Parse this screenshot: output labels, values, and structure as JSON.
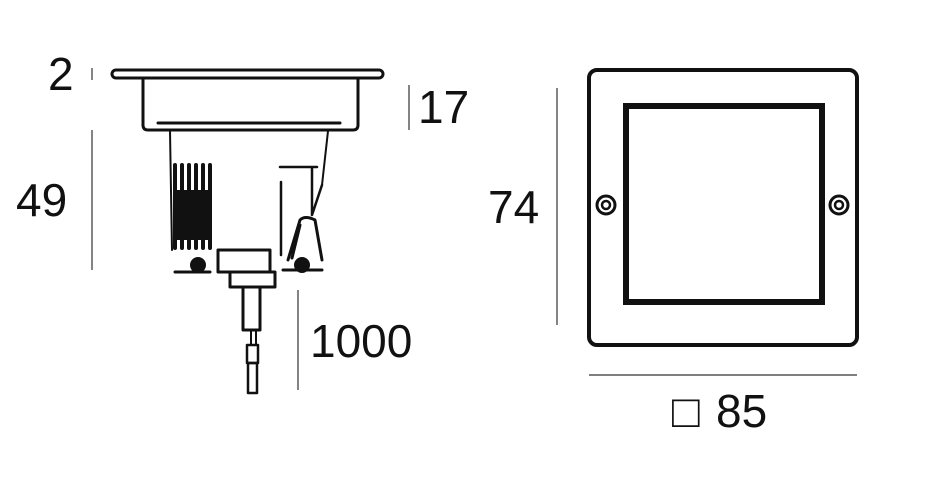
{
  "dimensions": {
    "flange_thickness": "2",
    "flange_height": "17",
    "body_height": "49",
    "cable_length": "1000",
    "front_height": "74",
    "square_symbol": "□",
    "front_width": "85"
  },
  "colors": {
    "line": "#111111",
    "background": "#ffffff"
  }
}
